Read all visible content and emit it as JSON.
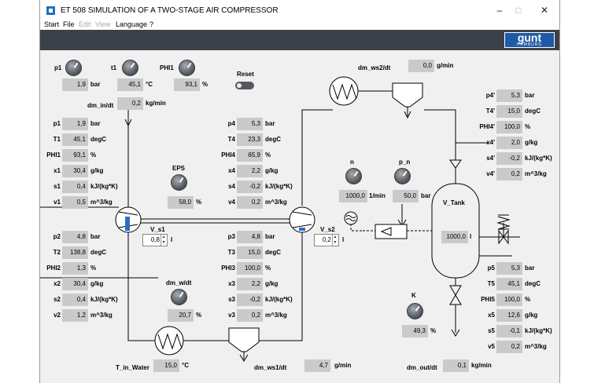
{
  "window": {
    "title": "ET 508 SIMULATION OF A TWO-STAGE AIR COMPRESSOR",
    "minimize": "–",
    "maximize": "□",
    "close": "✕"
  },
  "menu": {
    "start": "Start",
    "file": "File",
    "edit": "Edit",
    "view": "View",
    "language": "Language",
    "help": "?"
  },
  "logo": {
    "text": "gunt",
    "sub": "HAMBURG"
  },
  "reset_label": "Reset",
  "inputs_top": {
    "p1": {
      "label": "p1",
      "value": "1,9",
      "unit": "bar"
    },
    "t1": {
      "label": "t1",
      "value": "45,1",
      "unit": "°C"
    },
    "phi1": {
      "label": "PHI1",
      "value": "93,1",
      "unit": "%"
    }
  },
  "dm_in": {
    "label": "dm_in/dt",
    "value": "0,2",
    "unit": "kg/min"
  },
  "dm_ws2": {
    "label": "dm_ws2/dt",
    "value": "0,0",
    "unit": "g/min"
  },
  "dm_ws1": {
    "label": "dm_ws1/dt",
    "value": "4,7",
    "unit": "g/min"
  },
  "dm_out": {
    "label": "dm_out/dt",
    "value": "0,1",
    "unit": "kg/min"
  },
  "t_in_water": {
    "label": "T_in_Water",
    "value": "15,0",
    "unit": "°C"
  },
  "eps": {
    "label": "EPS",
    "value": "58,0",
    "unit": "%"
  },
  "dm_w": {
    "label": "dm_w/dt",
    "value": "20,7",
    "unit": "%"
  },
  "n": {
    "label": "n",
    "value": "1000,0",
    "unit": "1/min"
  },
  "p_n": {
    "label": "p_n",
    "value": "50,0",
    "unit": "bar"
  },
  "v_tank": {
    "label": "V_Tank",
    "value": "1000,0",
    "unit": "l"
  },
  "k": {
    "label": "K",
    "value": "49,3",
    "unit": "%"
  },
  "v_s1": {
    "label": "V_s1",
    "value": "0,8",
    "unit": "l"
  },
  "v_s2": {
    "label": "V_s2",
    "value": "0,2",
    "unit": "l"
  },
  "spin_arrows": {
    "up": "▲",
    "down": "▼"
  },
  "state1": [
    {
      "label": "p1",
      "value": "1,9",
      "unit": "bar"
    },
    {
      "label": "T1",
      "value": "45,1",
      "unit": "degC"
    },
    {
      "label": "PHI1",
      "value": "93,1",
      "unit": "%"
    },
    {
      "label": "x1",
      "value": "30,4",
      "unit": "g/kg"
    },
    {
      "label": "s1",
      "value": "0,4",
      "unit": "kJ/(kg*K)"
    },
    {
      "label": "v1",
      "value": "0,5",
      "unit": "m^3/kg"
    }
  ],
  "state2": [
    {
      "label": "p2",
      "value": "4,8",
      "unit": "bar"
    },
    {
      "label": "T2",
      "value": "138,8",
      "unit": "degC"
    },
    {
      "label": "PHI2",
      "value": "1,3",
      "unit": "%"
    },
    {
      "label": "x2",
      "value": "30,4",
      "unit": "g/kg"
    },
    {
      "label": "s2",
      "value": "0,4",
      "unit": "kJ/(kg*K)"
    },
    {
      "label": "v2",
      "value": "1,2",
      "unit": "m^3/kg"
    }
  ],
  "state4": [
    {
      "label": "p4",
      "value": "5,3",
      "unit": "bar"
    },
    {
      "label": "T4",
      "value": "23,3",
      "unit": "degC"
    },
    {
      "label": "PHI4",
      "value": "65,9",
      "unit": "%"
    },
    {
      "label": "x4",
      "value": "2,2",
      "unit": "g/kg"
    },
    {
      "label": "s4",
      "value": "-0,2",
      "unit": "kJ/(kg*K)"
    },
    {
      "label": "v4",
      "value": "0,2",
      "unit": "m^3/kg"
    }
  ],
  "state3": [
    {
      "label": "p3",
      "value": "4,8",
      "unit": "bar"
    },
    {
      "label": "T3",
      "value": "15,0",
      "unit": "degC"
    },
    {
      "label": "PHI3",
      "value": "100,0",
      "unit": "%"
    },
    {
      "label": "x3",
      "value": "2,2",
      "unit": "g/kg"
    },
    {
      "label": "s3",
      "value": "-0,2",
      "unit": "kJ/(kg*K)"
    },
    {
      "label": "v3",
      "value": "0,2",
      "unit": "m^3/kg"
    }
  ],
  "state4p": [
    {
      "label": "p4'",
      "value": "5,3",
      "unit": "bar"
    },
    {
      "label": "T4'",
      "value": "15,0",
      "unit": "degC"
    },
    {
      "label": "PHI4'",
      "value": "100,0",
      "unit": "%"
    },
    {
      "label": "x4'",
      "value": "2,0",
      "unit": "g/kg"
    },
    {
      "label": "s4'",
      "value": "-0,2",
      "unit": "kJ/(kg*K)"
    },
    {
      "label": "v4'",
      "value": "0,2",
      "unit": "m^3/kg"
    }
  ],
  "state5": [
    {
      "label": "p5",
      "value": "5,3",
      "unit": "bar"
    },
    {
      "label": "T5",
      "value": "45,1",
      "unit": "degC"
    },
    {
      "label": "PHI5",
      "value": "100,0",
      "unit": "%"
    },
    {
      "label": "x5",
      "value": "12,6",
      "unit": "g/kg"
    },
    {
      "label": "s5",
      "value": "-0,1",
      "unit": "kJ/(kg*K)"
    },
    {
      "label": "v5",
      "value": "0,2",
      "unit": "m^3/kg"
    }
  ],
  "colors": {
    "header": "#3c4149",
    "panel": "#f0f0f0",
    "value_box": "#cacaca",
    "brand": "#1e5aa8",
    "pipe": "#000000"
  }
}
